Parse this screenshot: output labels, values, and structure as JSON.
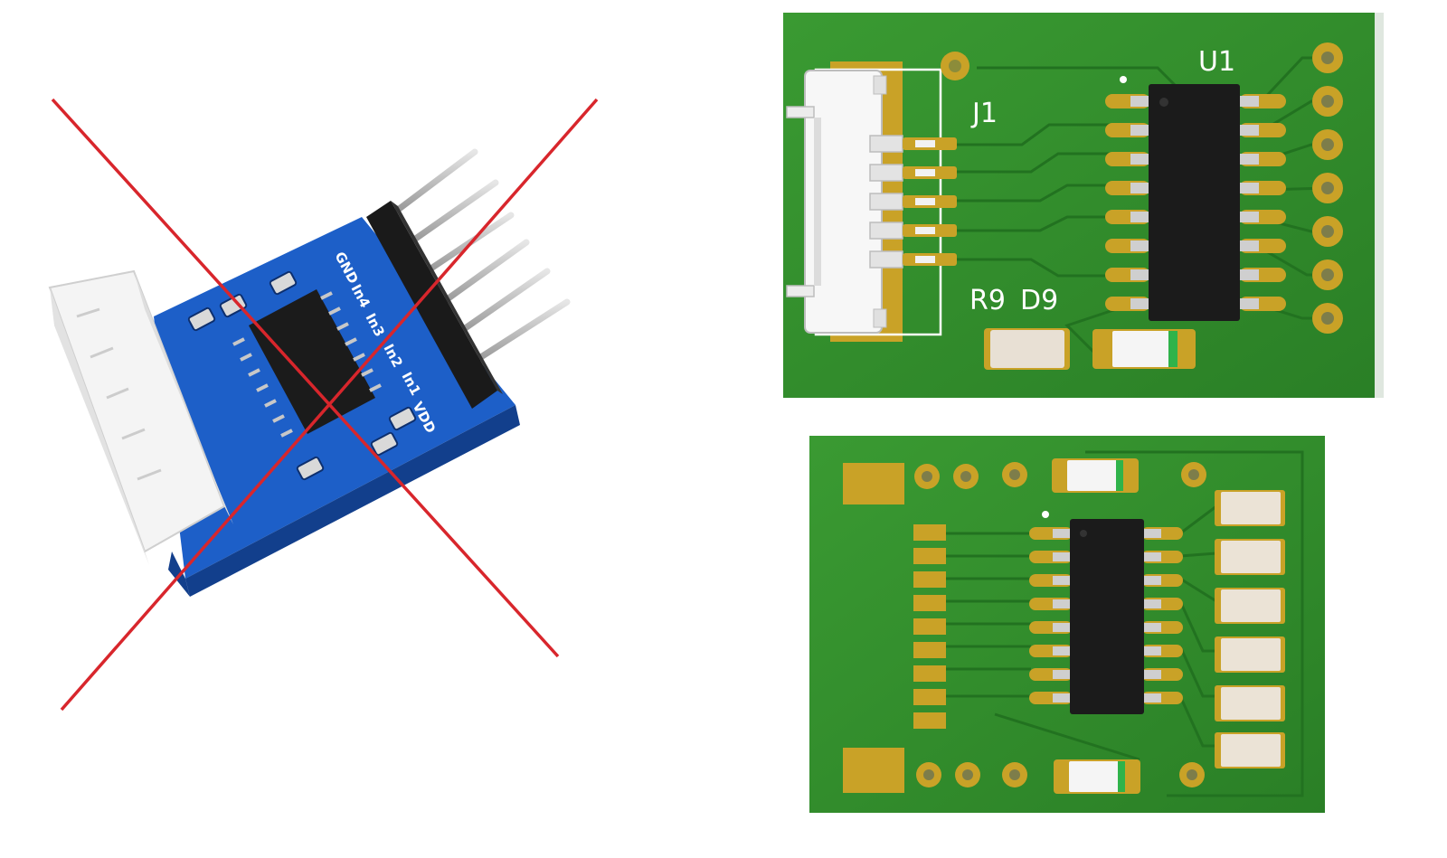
{
  "module_photo": {
    "pin_labels": [
      "GND",
      "In4",
      "In3",
      "In2",
      "In1",
      "VDD"
    ]
  },
  "pcb_top": {
    "labels": {
      "connector": "J1",
      "chip": "U1",
      "resistor": "R9",
      "diode": "D9"
    }
  },
  "pcb_bottom": {},
  "colors": {
    "pcb_green": "#2f8a2a",
    "copper_gold": "#c9a227",
    "cross_red": "#d8262c",
    "module_blue": "#1d5fc8",
    "chip_black": "#1b1b1b"
  }
}
